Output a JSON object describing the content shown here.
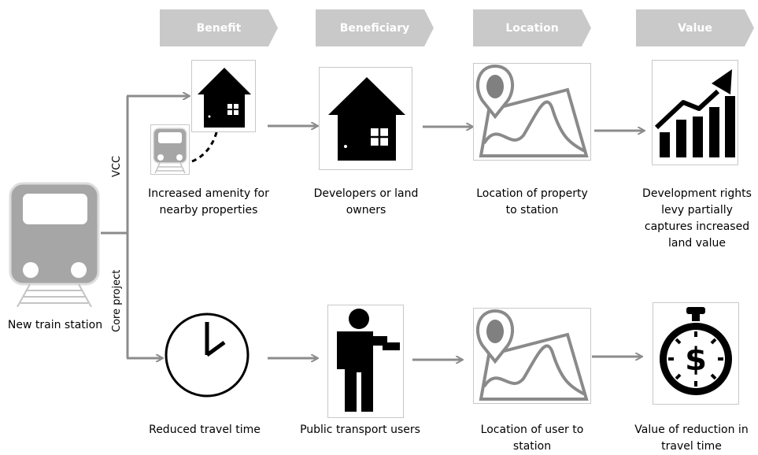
{
  "headers": [
    "Benefit",
    "Beneficiary",
    "Location",
    "Value"
  ],
  "source": {
    "label": "New train station"
  },
  "branches": {
    "top": "VCC",
    "bottom": "Core project"
  },
  "top_row": {
    "benefit": "Increased amenity for nearby properties",
    "beneficiary": "Developers or land owners",
    "location": "Location of property to station",
    "value": "Development rights levy partially captures increased land value"
  },
  "bottom_row": {
    "benefit": "Reduced travel time",
    "beneficiary": "Public transport users",
    "location": "Location of user to station",
    "value": "Value of reduction in travel time"
  },
  "colors": {
    "header_fill": "#c9c9c9",
    "arrow": "#8c8c8c",
    "train_fill": "#a6a6a6",
    "map_fill": "#808080",
    "icon": "#000000"
  },
  "icons": {
    "train": "train-icon",
    "house": "house-icon",
    "map": "map-pin-icon",
    "chart": "rising-chart-icon",
    "clock": "clock-icon",
    "person": "person-icon",
    "stopwatch": "stopwatch-dollar-icon"
  }
}
